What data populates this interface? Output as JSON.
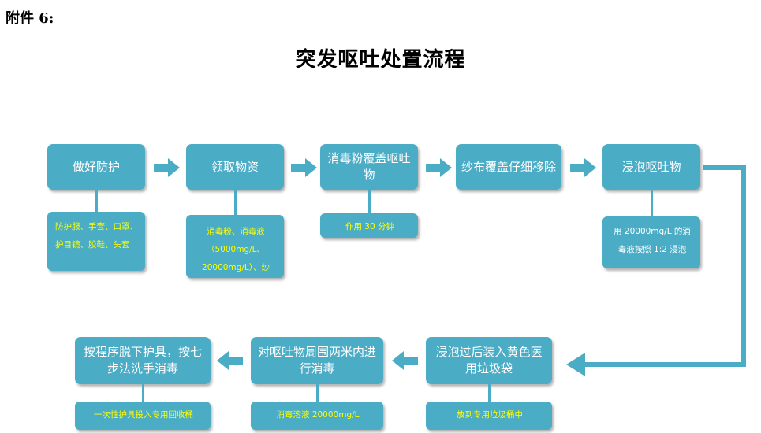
{
  "header": {
    "attachment": "附件 6:",
    "title": "突发呕吐处置流程"
  },
  "steps": [
    {
      "label": "做好防护",
      "detail": "防护服、手套、口罩、护目镜、胶鞋、头套"
    },
    {
      "label": "领取物资",
      "detail": "消毒粉、消毒液（5000mg/L、20000mg/L）、纱"
    },
    {
      "label": "消毒粉覆盖呕吐物",
      "detail": "作用 30 分钟"
    },
    {
      "label": "纱布覆盖仔细移除",
      "detail": ""
    },
    {
      "label": "浸泡呕吐物",
      "detail": "用 20000mg/L 的消毒液按照 1:2 浸泡"
    },
    {
      "label": "浸泡过后装入黄色医用垃圾袋",
      "detail": "放到专用垃圾桶中"
    },
    {
      "label": "对呕吐物周围两米内进行消毒",
      "detail": "消毒溶液 20000mg/L"
    },
    {
      "label": "按程序脱下护具，按七步法洗手消毒",
      "detail": "一次性护具投入专用回收桶"
    }
  ],
  "colors": {
    "box": "#4bacc6",
    "box_text": "#ffffff",
    "detail_text": "#ffff00",
    "arrow": "#4bacc6"
  }
}
